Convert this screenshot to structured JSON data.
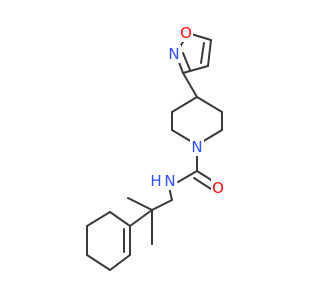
{
  "molecule": {
    "atoms": {
      "isoxazole_O": "O",
      "isoxazole_N": "N",
      "amide_NH": "N",
      "amide_NH_H": "H",
      "piperidine_N": "N",
      "carbonyl_O": "O"
    },
    "colors": {
      "bond": "#3a3a3a",
      "oxygen": "#ff0d0d",
      "nitrogen": "#3050f8"
    }
  }
}
